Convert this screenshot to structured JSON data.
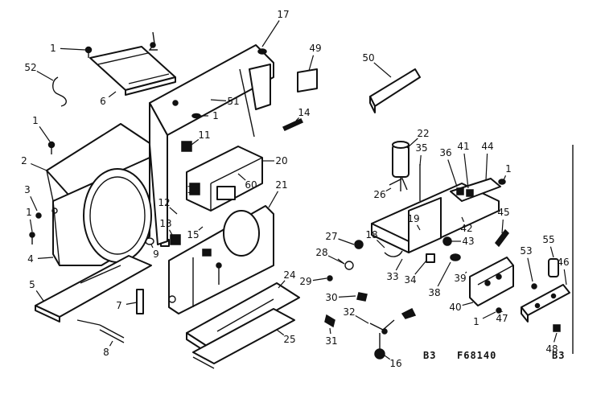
{
  "diagram": {
    "footer": {
      "section_left": "B3",
      "figure_code": "F68140",
      "section_right": "B3"
    },
    "callouts": [
      {
        "id": "c1a",
        "text": "1"
      },
      {
        "id": "c52",
        "text": "52"
      },
      {
        "id": "c6",
        "text": "6"
      },
      {
        "id": "c1b",
        "text": "1"
      },
      {
        "id": "c2",
        "text": "2"
      },
      {
        "id": "c3",
        "text": "3"
      },
      {
        "id": "c1c",
        "text": "1"
      },
      {
        "id": "c4",
        "text": "4"
      },
      {
        "id": "c5",
        "text": "5"
      },
      {
        "id": "c8",
        "text": "8"
      },
      {
        "id": "c7",
        "text": "7"
      },
      {
        "id": "c9",
        "text": "9"
      },
      {
        "id": "c13",
        "text": "13"
      },
      {
        "id": "c12",
        "text": "12"
      },
      {
        "id": "c15",
        "text": "15"
      },
      {
        "id": "c11",
        "text": "11"
      },
      {
        "id": "c1d",
        "text": "1"
      },
      {
        "id": "c51",
        "text": "51"
      },
      {
        "id": "c17",
        "text": "17"
      },
      {
        "id": "c49",
        "text": "49"
      },
      {
        "id": "c14",
        "text": "14"
      },
      {
        "id": "c20",
        "text": "20"
      },
      {
        "id": "c1e",
        "text": "1"
      },
      {
        "id": "c60",
        "text": "60"
      },
      {
        "id": "c21",
        "text": "21"
      },
      {
        "id": "c24",
        "text": "24"
      },
      {
        "id": "c25",
        "text": "25"
      },
      {
        "id": "c50",
        "text": "50"
      },
      {
        "id": "c22",
        "text": "22"
      },
      {
        "id": "c35",
        "text": "35"
      },
      {
        "id": "c26",
        "text": "26"
      },
      {
        "id": "c36",
        "text": "36"
      },
      {
        "id": "c41",
        "text": "41"
      },
      {
        "id": "c44",
        "text": "44"
      },
      {
        "id": "c1f",
        "text": "1"
      },
      {
        "id": "c19",
        "text": "19"
      },
      {
        "id": "c42",
        "text": "42"
      },
      {
        "id": "c45",
        "text": "45"
      },
      {
        "id": "c27",
        "text": "27"
      },
      {
        "id": "c18",
        "text": "18"
      },
      {
        "id": "c43",
        "text": "43"
      },
      {
        "id": "c28",
        "text": "28"
      },
      {
        "id": "c33",
        "text": "33"
      },
      {
        "id": "c34",
        "text": "34"
      },
      {
        "id": "c38",
        "text": "38"
      },
      {
        "id": "c39",
        "text": "39"
      },
      {
        "id": "c29",
        "text": "29"
      },
      {
        "id": "c30",
        "text": "30"
      },
      {
        "id": "c40",
        "text": "40"
      },
      {
        "id": "c32",
        "text": "32"
      },
      {
        "id": "c31",
        "text": "31"
      },
      {
        "id": "c16",
        "text": "16"
      },
      {
        "id": "c53",
        "text": "53"
      },
      {
        "id": "c55",
        "text": "55"
      },
      {
        "id": "c46",
        "text": "46"
      },
      {
        "id": "c1g",
        "text": "1"
      },
      {
        "id": "c47",
        "text": "47"
      },
      {
        "id": "c48",
        "text": "48"
      }
    ]
  }
}
